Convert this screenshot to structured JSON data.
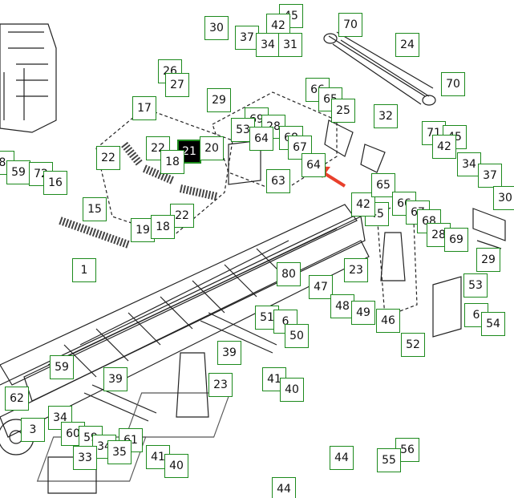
{
  "diagram": {
    "highlight_color": "#000000",
    "label_border_color": "#1d8a1d",
    "arrow_color": "#e8402c",
    "labels": [
      "45",
      "30",
      "37",
      "42",
      "34",
      "31",
      "70",
      "24",
      "26",
      "27",
      "29",
      "66",
      "65",
      "17",
      "69",
      "53",
      "28",
      "25",
      "32",
      "70",
      "22",
      "22",
      "21",
      "20",
      "18",
      "64",
      "68",
      "67",
      "71",
      "45",
      "42",
      "8",
      "59",
      "72",
      "16",
      "64",
      "63",
      "45",
      "42",
      "65",
      "34",
      "37",
      "30",
      "15",
      "66",
      "67",
      "68",
      "28",
      "69",
      "22",
      "19",
      "18",
      "1",
      "23",
      "29",
      "53",
      "80",
      "47",
      "51",
      "6",
      "48",
      "49",
      "46",
      "6",
      "54",
      "50",
      "39",
      "23",
      "52",
      "39",
      "41",
      "40",
      "59",
      "62",
      "34",
      "60",
      "59",
      "61",
      "3",
      "34",
      "35",
      "33",
      "41",
      "40",
      "44",
      "56",
      "55",
      "44"
    ]
  }
}
